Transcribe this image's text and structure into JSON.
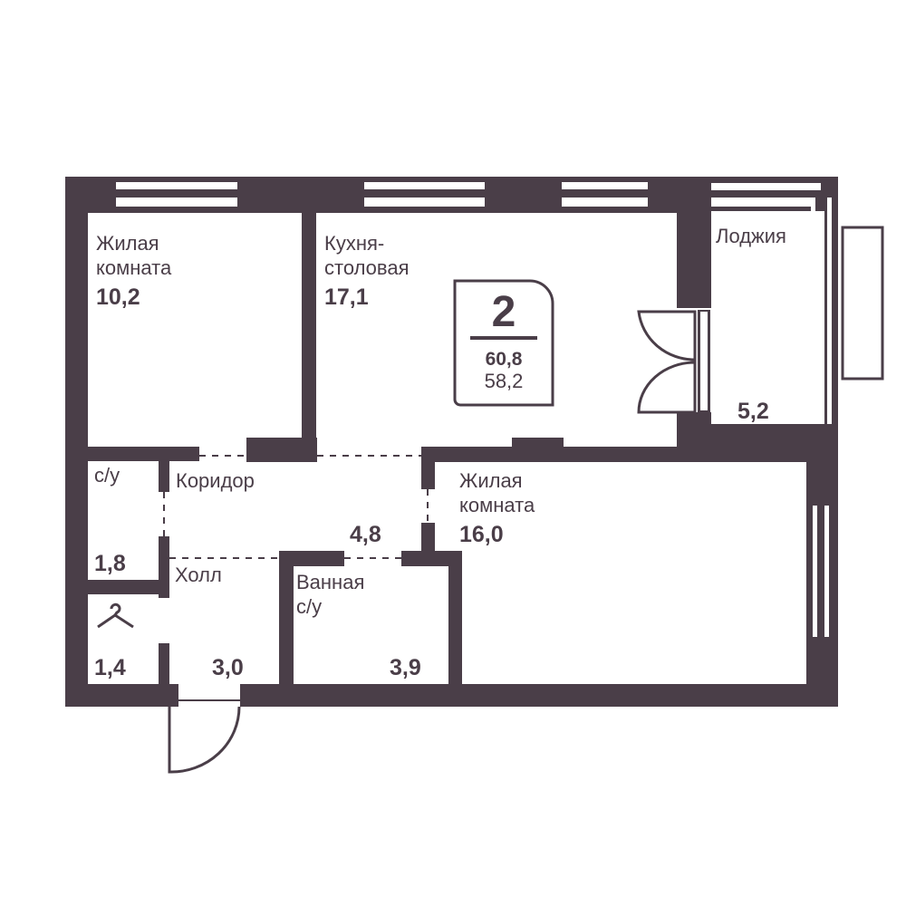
{
  "plan": {
    "rooms_count": "2",
    "total_area": "60,8",
    "living_area": "58,2",
    "color": "#4a3e48"
  },
  "rooms": {
    "bedroom1": {
      "name_line1": "Жилая",
      "name_line2": "комната",
      "area": "10,2"
    },
    "kitchen": {
      "name_line1": "Кухня-",
      "name_line2": "столовая",
      "area": "17,1"
    },
    "loggia": {
      "name": "Лоджия",
      "area": "5,2"
    },
    "wc": {
      "name": "с/у",
      "area": "1,8"
    },
    "corridor": {
      "name": "Коридор",
      "area": "4,8"
    },
    "bedroom2": {
      "name_line1": "Жилая",
      "name_line2": "комната",
      "area": "16,0"
    },
    "hall": {
      "name": "Холл",
      "area": "3,0"
    },
    "wardrobe": {
      "area": "1,4",
      "icon": "hanger-icon"
    },
    "bathroom": {
      "name_line1": "Ванная",
      "name_line2": "с/у",
      "area": "3,9"
    }
  }
}
